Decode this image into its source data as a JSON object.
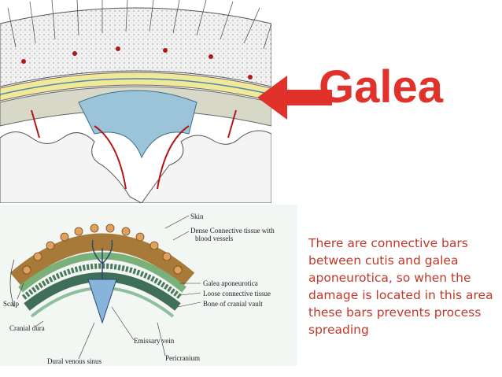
{
  "title": "Galea",
  "description": "There are connective bars between cutis and galea aponeurotica, so when the damage is located in this area these bars  prevents process spreading",
  "colors": {
    "title": "#e0322a",
    "description_text": "#c0392b",
    "arrow": "#e0322a"
  },
  "labels": {
    "skin": "Skin",
    "dense_connective": "Dense Connective tissue with",
    "blood_vessels": "blood vessels",
    "galea_aponeurotica": "Galea aponeurotica",
    "loose_connective": "Loose connective tissue",
    "bone": "Bone of cranial vault",
    "scalp": "Scalp",
    "cranial_dura": "Cranial dura",
    "emissary_vein": "Emissary vein",
    "dural_sinus": "Dural venous sinus",
    "pericranium": "Pericranium"
  }
}
